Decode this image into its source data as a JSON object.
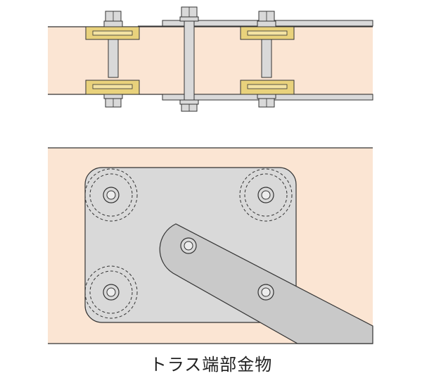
{
  "caption": "トラス端部金物",
  "colors": {
    "wood": "#fbe5d3",
    "steel": "#d9d9d9",
    "ring": "#e9d27c",
    "outline": "#333333",
    "background": "#ffffff"
  },
  "icons": [
    "split-ring-connector",
    "bolt-nut",
    "gusset-plate",
    "diagonal-member"
  ]
}
